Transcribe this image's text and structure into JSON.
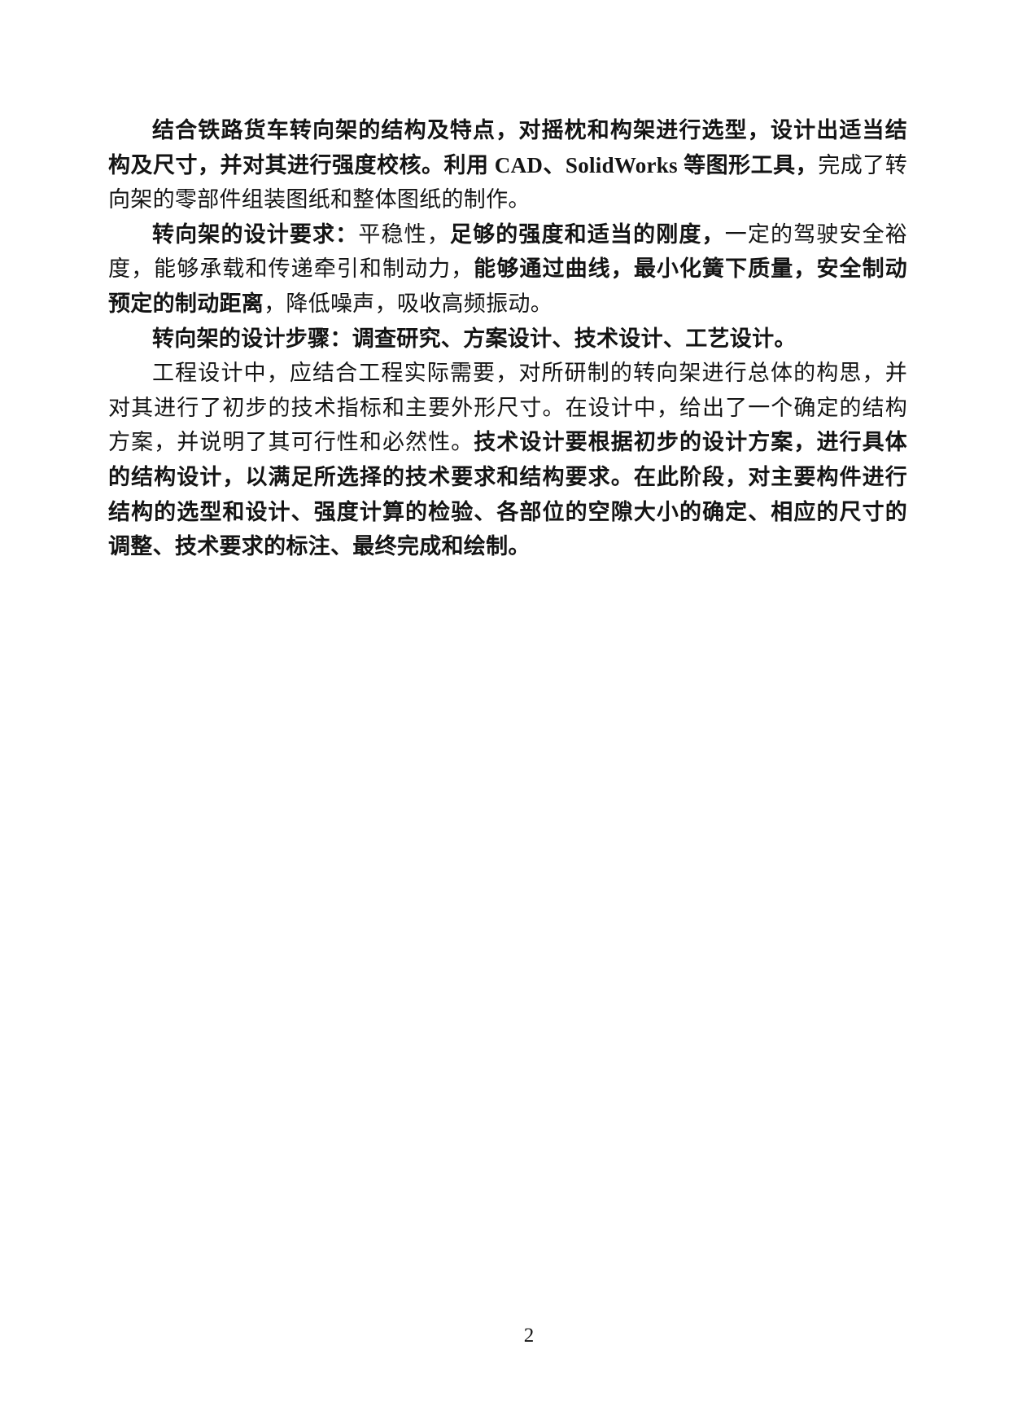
{
  "colors": {
    "background": "#ffffff",
    "text": "#141414"
  },
  "content": {
    "paragraphs": [
      {
        "runs": [
          {
            "bold": true,
            "text": "结合铁路货车转向架的结构及特点，对摇枕和构架进行选型，设计出适当结构及尺寸，并对其进行强度校核。利用 CAD、SolidWorks 等图形工具，"
          },
          {
            "bold": false,
            "text": "完成了转向架的零部件组装图纸和整体图纸的制作。"
          }
        ]
      },
      {
        "runs": [
          {
            "bold": true,
            "text": "转向架的设计要求："
          },
          {
            "bold": false,
            "text": "平稳性，"
          },
          {
            "bold": true,
            "text": "足够的强度和适当的刚度，"
          },
          {
            "bold": false,
            "text": "一定的驾驶安全裕度，能够承载和传递牵引和制动力，"
          },
          {
            "bold": true,
            "text": "能够通过曲线，最小化簧下质量，安全制动预定的制动距离"
          },
          {
            "bold": false,
            "text": "，降低噪声，吸收高频振动。"
          }
        ]
      },
      {
        "runs": [
          {
            "bold": true,
            "text": "转向架的设计步骤：调查研究、方案设计、技术设计、工艺设计。"
          }
        ]
      },
      {
        "runs": [
          {
            "bold": false,
            "text": "工程设计中，应结合工程实际需要，对所研制的转向架进行总体的构思，并对其进行了初步的技术指标和主要外形尺寸。在设计中，给出了一个确定的结构方案，并说明了其可行性和必然性。"
          },
          {
            "bold": true,
            "text": "技术设计要根据初步的设计方案，进行具体的结构设计，以满足所选择的技术要求和结构要求。在此阶段，对主要构件进行结构的选型和设计、强度计算的检验、各部位的空隙大小的确定、相应的尺寸的调整、技术要求的标注、最终完成和绘制。"
          }
        ]
      }
    ]
  },
  "footer": {
    "page_number": "2"
  }
}
